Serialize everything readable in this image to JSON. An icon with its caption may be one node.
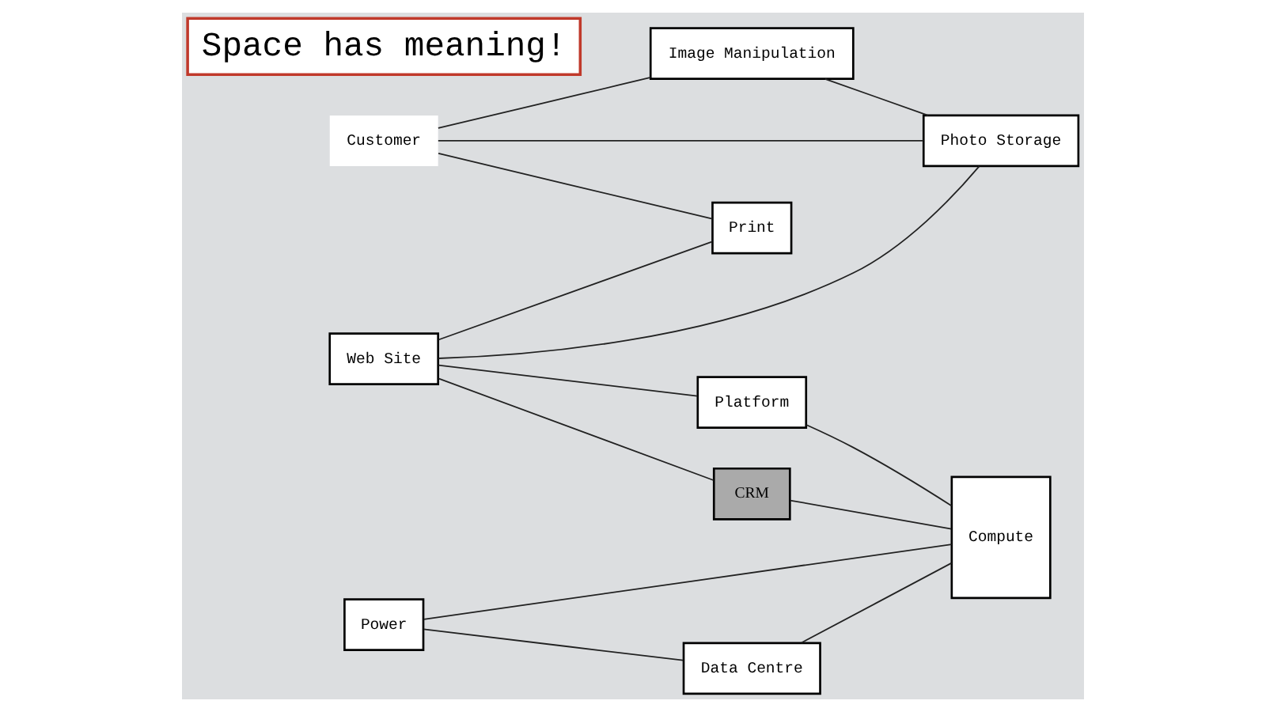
{
  "diagram": {
    "nodes": [
      {
        "text": [
          "Customer"
        ]
      },
      {
        "text": [
          "Image Manipulation"
        ]
      },
      {
        "text": [
          "Photo Storage"
        ]
      },
      {
        "text": [
          "Web Site"
        ]
      },
      {
        "text": [
          "Platform"
        ]
      },
      {
        "text": [
          "Compute"
        ]
      },
      {
        "text": [
          "Power"
        ]
      },
      {
        "text": [
          "Data Centre"
        ]
      },
      {
        "text": [
          "CRM"
        ]
      },
      {
        "text": [
          "Print"
        ]
      },
      {
        "text": [
          "Space has meaning!"
        ]
      }
    ],
    "edges": [
      {
        "from": 0,
        "to": 1,
        "arrow": "none"
      },
      {
        "from": 0,
        "to": 2,
        "arrow": "none"
      },
      {
        "from": 0,
        "to": 9,
        "arrow": "none"
      },
      {
        "from": 1,
        "to": 2,
        "arrow": "none"
      },
      {
        "from": 3,
        "to": 2,
        "arrow": "none"
      },
      {
        "from": 3,
        "to": 4,
        "arrow": "none"
      },
      {
        "from": 3,
        "to": 8,
        "arrow": "none"
      },
      {
        "from": 3,
        "to": 9,
        "arrow": "none"
      },
      {
        "from": 4,
        "to": 5,
        "arrow": "none"
      },
      {
        "from": 6,
        "to": 5,
        "arrow": "none"
      },
      {
        "from": 6,
        "to": 7,
        "arrow": "none"
      },
      {
        "from": 7,
        "to": 5,
        "arrow": "none"
      },
      {
        "from": 8,
        "to": 5,
        "arrow": "none"
      }
    ]
  }
}
